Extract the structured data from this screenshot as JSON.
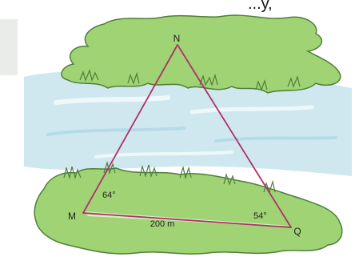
{
  "page": {
    "top_fragment_text": "...y, "
  },
  "figure": {
    "vertices": {
      "m": "M",
      "n": "N",
      "q": "Q"
    },
    "angles": {
      "m": "64°",
      "q": "54°"
    },
    "base_length": "200 m"
  },
  "colors": {
    "triangle": "#b0306a",
    "vegetation": "#9fd374",
    "vegetation_outline": "#4f7f3a",
    "river": "#cfe8ef",
    "river_shadow": "#b5dbe6"
  }
}
